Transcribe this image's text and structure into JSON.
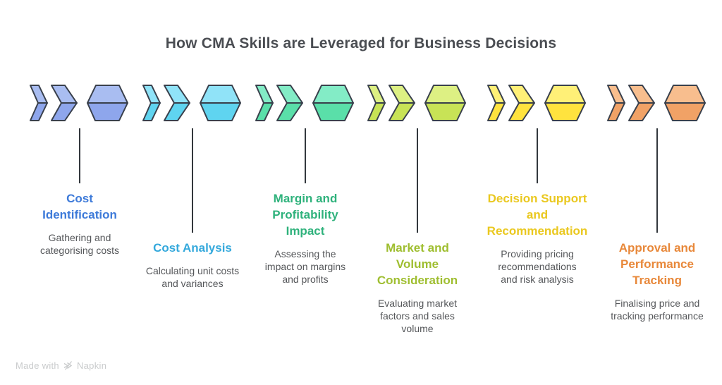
{
  "title": "How CMA Skills are Leveraged for Business Decisions",
  "footer": {
    "made_with": "Made with",
    "brand": "Napkin"
  },
  "colors": {
    "outline": "#39404C",
    "connector_line": "#33383D",
    "body_text": "#55575A",
    "heading_text": "#4A4D52",
    "footer_text": "#C9CBCC"
  },
  "groups": [
    {
      "title": "Cost Identification",
      "description": "Gathering and categorising costs",
      "title_color": "#3D7AD9",
      "chevron_top": "#A9BDF1",
      "chevron_bottom": "#8EA6EC",
      "connector": "short"
    },
    {
      "title": "Cost Analysis",
      "description": "Calculating unit costs and variances",
      "title_color": "#35A9DC",
      "chevron_top": "#90E3F8",
      "chevron_bottom": "#5FD4F0",
      "connector": "long"
    },
    {
      "title": "Margin and Profitability Impact",
      "description": "Assessing the impact on margins and profits",
      "title_color": "#2FB27C",
      "chevron_top": "#83ECC6",
      "chevron_bottom": "#5ADFA9",
      "connector": "short"
    },
    {
      "title": "Market and Volume Consideration",
      "description": "Evaluating market factors and sales volume",
      "title_color": "#9FBE30",
      "chevron_top": "#DDF083",
      "chevron_bottom": "#C8E356",
      "connector": "long"
    },
    {
      "title": "Decision Support and Recommendation",
      "description": "Providing pricing recommendations and risk analysis",
      "title_color": "#EAC81F",
      "chevron_top": "#FFF077",
      "chevron_bottom": "#FFE33E",
      "connector": "short"
    },
    {
      "title": "Approval and Performance Tracking",
      "description": "Finalising price and tracking performance",
      "title_color": "#E8883A",
      "chevron_top": "#F8BE8E",
      "chevron_bottom": "#F1A266",
      "connector": "long"
    }
  ]
}
